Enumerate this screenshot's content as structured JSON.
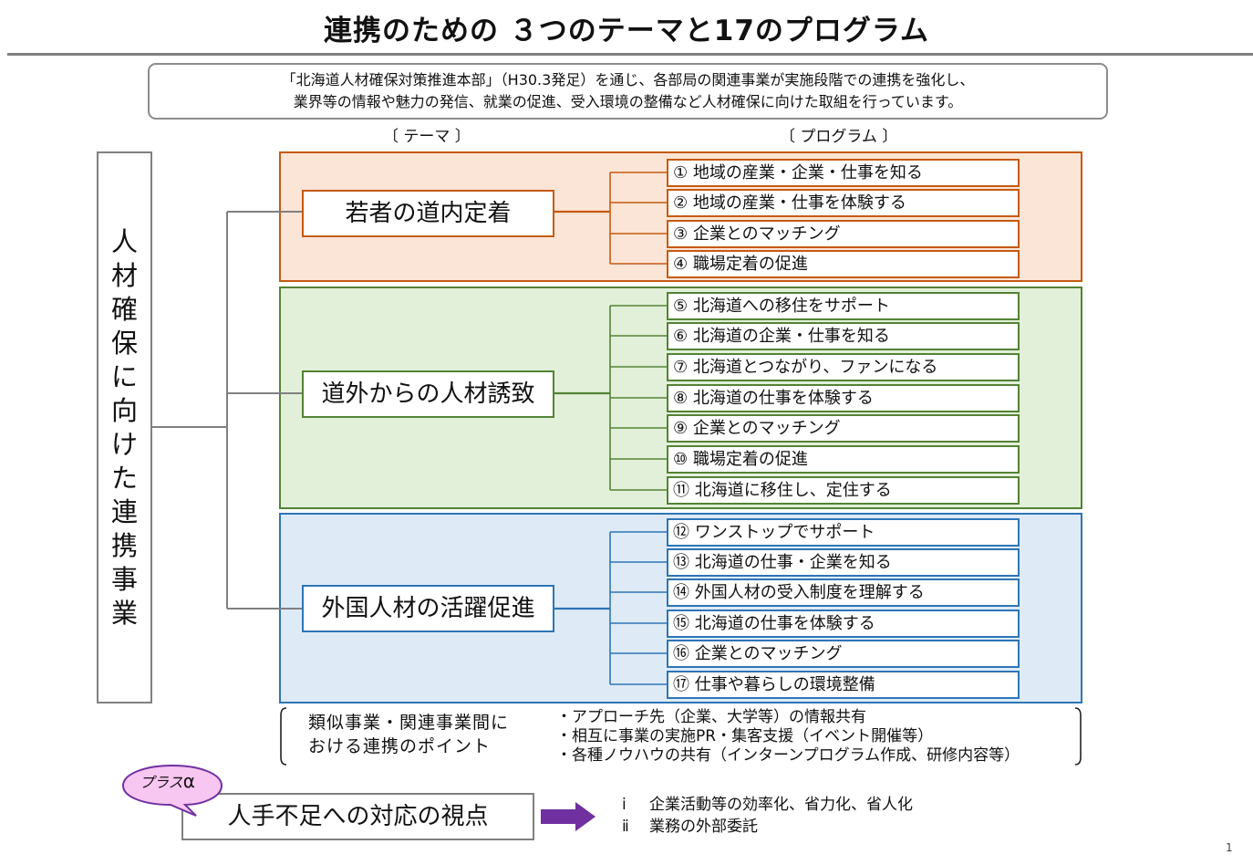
{
  "title": "連携のための ３つのテーマと17のプログラム",
  "intro": {
    "line1": "「北海道人材確保対策推進本部」（H30.3発足）を通じ、各部局の関連事業が実施段階での連携を強化し、",
    "line2": "業界等の情報や魅力の発信、就業の促進、受入環境の整備など人材確保に向けた取組を行っています。"
  },
  "headers": {
    "theme": "〔 テーマ 〕",
    "program": "〔 プログラム 〕"
  },
  "left_label": "人材確保に向けた連携事業",
  "themes": [
    {
      "label": "若者の道内定着",
      "color": "#c55a11",
      "background": "#fbe5d6",
      "programs": [
        "① 地域の産業・企業・仕事を知る",
        "② 地域の産業・仕事を体験する",
        "③ 企業とのマッチング",
        "④ 職場定着の促進"
      ]
    },
    {
      "label": "道外からの人材誘致",
      "color": "#548235",
      "background": "#e2f0d9",
      "programs": [
        "⑤ 北海道への移住をサポート",
        "⑥ 北海道の企業・仕事を知る",
        "⑦ 北海道とつながり、ファンになる",
        "⑧ 北海道の仕事を体験する",
        "⑨ 企業とのマッチング",
        "⑩ 職場定着の促進",
        "⑪ 北海道に移住し、定住する"
      ]
    },
    {
      "label": "外国人材の活躍促進",
      "color": "#2e75b6",
      "background": "#deebf7",
      "programs": [
        "⑫ ワンストップでサポート",
        "⑬ 北海道の仕事・企業を知る",
        "⑭ 外国人材の受入制度を理解する",
        "⑮ 北海道の仕事を体験する",
        "⑯ 企業とのマッチング",
        "⑰ 仕事や暮らしの環境整備"
      ]
    }
  ],
  "points": {
    "label_line1": "類似事業・関連事業間に",
    "label_line2": "おける連携のポイント",
    "items": [
      "・アプローチ先（企業、大学等）の情報共有",
      "・相互に事業の実施PR・集客支援（イベント開催等）",
      "・各種ノウハウの共有（インターンプログラム作成、研修内容等）"
    ]
  },
  "plus": {
    "text": "プラス",
    "alpha": "α"
  },
  "shortage": "人手不足への対応の視点",
  "viewpoints": [
    {
      "num": "ⅰ",
      "text": "企業活動等の効率化、省力化、省人化"
    },
    {
      "num": "ⅱ",
      "text": "業務の外部委託"
    }
  ],
  "page_number": "1",
  "colors": {
    "arrow": "#7030a0",
    "bubble_fill": "#f7c6f1",
    "bubble_stroke": "#7030a0",
    "connector": "#808080"
  }
}
